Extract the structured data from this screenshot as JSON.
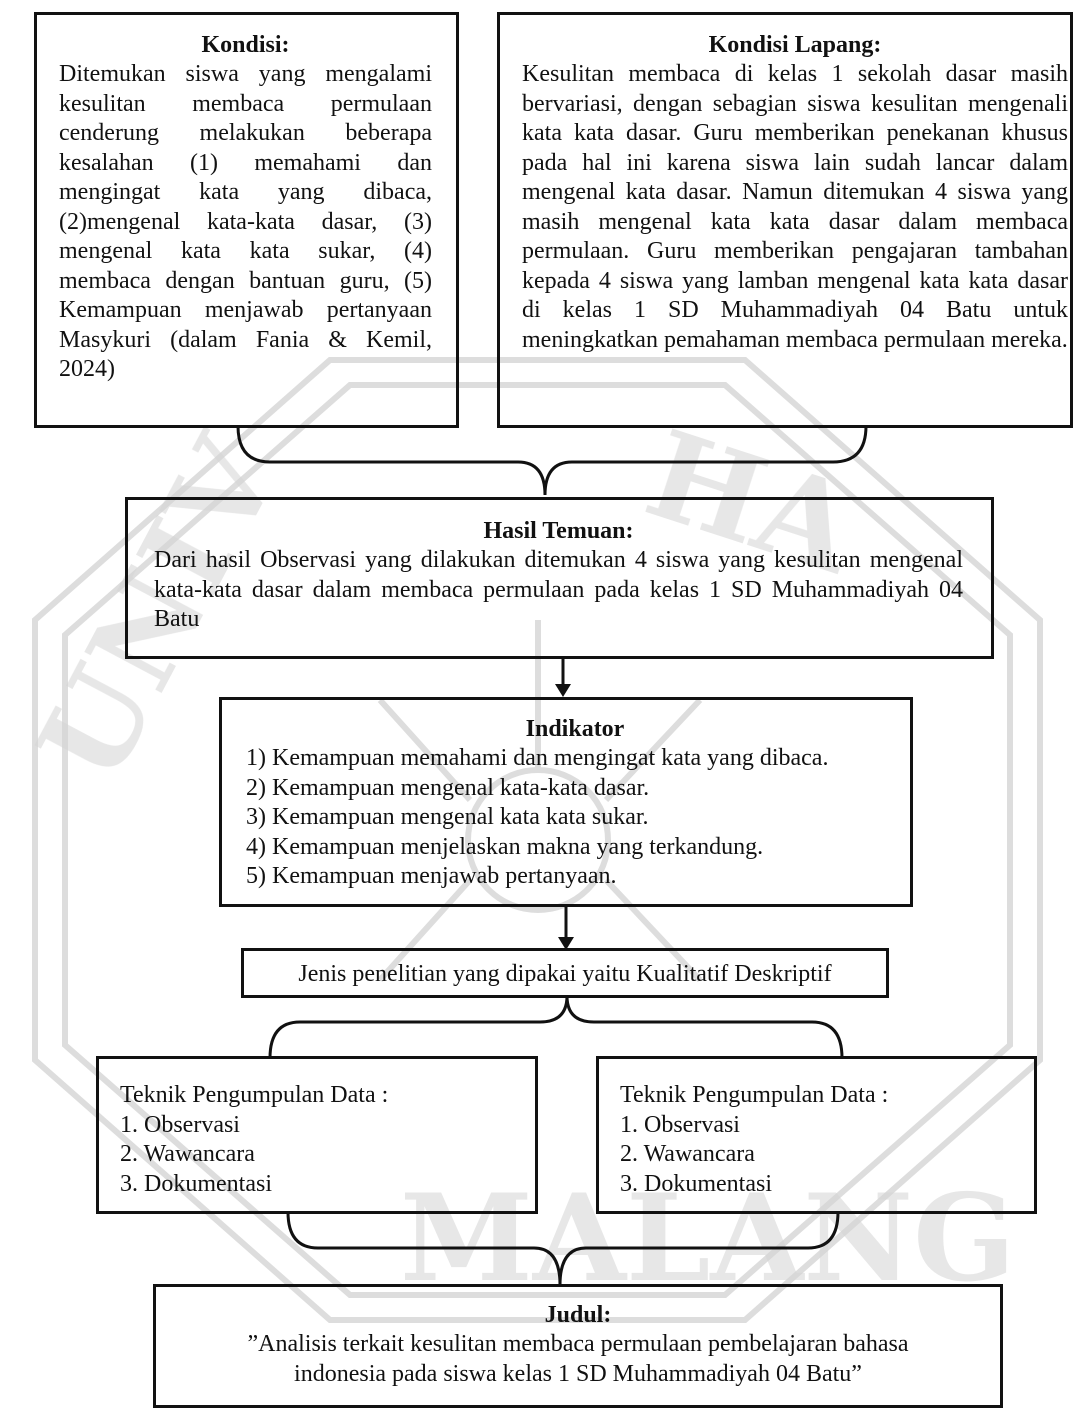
{
  "boxes": {
    "kondisi": {
      "title": "Kondisi:",
      "body": "Ditemukan siswa yang mengalami kesulitan membaca permulaan cenderung melakukan beberapa kesalahan (1) memahami dan mengingat kata yang dibaca, (2)mengenal kata-kata dasar, (3) mengenal kata kata sukar, (4) membaca dengan bantuan guru, (5) Kemampuan menjawab pertanyaan Masykuri (dalam Fania & Kemil, 2024)"
    },
    "kondisi_lapang": {
      "title": "Kondisi Lapang:",
      "body": "Kesulitan membaca di kelas 1 sekolah dasar masih bervariasi, dengan sebagian siswa kesulitan mengenali kata kata dasar. Guru memberikan penekanan khusus pada hal ini karena siswa lain sudah lancar dalam mengenal kata dasar. Namun ditemukan 4 siswa yang masih mengenal kata kata dasar dalam membaca permulaan. Guru memberikan pengajaran tambahan kepada 4 siswa yang lamban mengenal kata kata dasar di kelas 1 SD Muhammadiyah 04 Batu untuk meningkatkan pemahaman membaca permulaan mereka."
    },
    "hasil_temuan": {
      "title": "Hasil Temuan:",
      "body": "Dari hasil Observasi yang dilakukan ditemukan 4 siswa yang kesulitan mengenal kata-kata dasar dalam membaca permulaan pada kelas 1 SD Muhammadiyah 04 Batu"
    },
    "indikator": {
      "title": "Indikator",
      "items": [
        "1) Kemampuan memahami dan mengingat kata yang dibaca.",
        "2) Kemampuan mengenal kata-kata dasar.",
        "3) Kemampuan mengenal kata kata sukar.",
        "4) Kemampuan menjelaskan makna yang terkandung.",
        "5) Kemampuan menjawab pertanyaan."
      ]
    },
    "jenis_penelitian": {
      "body": "Jenis penelitian yang dipakai yaitu Kualitatif Deskriptif"
    },
    "teknik_kiri": {
      "title": "Teknik Pengumpulan Data :",
      "items": [
        "1. Observasi",
        "2. Wawancara",
        "3. Dokumentasi"
      ]
    },
    "teknik_kanan": {
      "title": "Teknik Pengumpulan Data :",
      "items": [
        "1. Observasi",
        "2. Wawancara",
        "3. Dokumentasi"
      ]
    },
    "judul": {
      "title": "Judul:",
      "line1": "”Analisis terkait kesulitan membaca permulaan pembelajaran bahasa",
      "line2": "indonesia pada siswa kelas 1 SD Muhammadiyah 04 Batu”"
    }
  },
  "watermark": {
    "text": "UNIVERSITAS MUHAMMADIYAH MALANG",
    "color": "#c8c8c8"
  },
  "colors": {
    "stroke": "#111111",
    "text": "#111111",
    "background": "#ffffff"
  }
}
